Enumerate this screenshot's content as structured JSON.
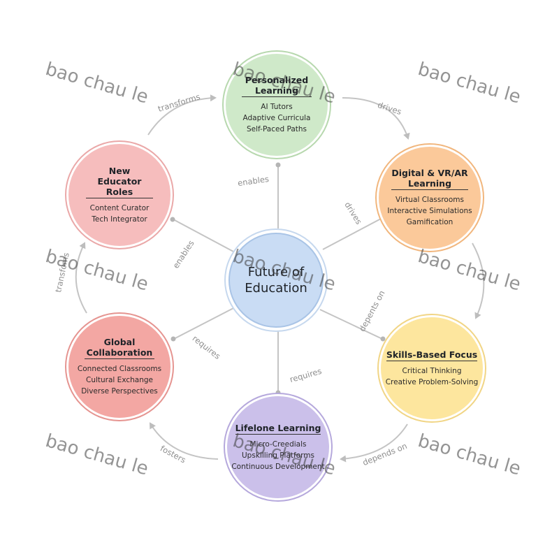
{
  "center": {
    "title": "Future of Education"
  },
  "nodes": {
    "personalized": {
      "title": "Personalized Learning",
      "items": [
        "AI Tutors",
        "Adaptive Curricula",
        "Self-Paced Paths"
      ]
    },
    "vr": {
      "title": "Digital & VR/AR Learning",
      "items": [
        "Virtual Classrooms",
        "Interactive Simulations",
        "Gamification"
      ]
    },
    "skills": {
      "title": "Skills-Based Focus",
      "items": [
        "Critical Thinking",
        "Creative Problem-Solving"
      ]
    },
    "lifelong": {
      "title": "Lifelone Learning",
      "items": [
        "Micro-Creedials",
        "Upskilling Platforms",
        "Continuous Development"
      ]
    },
    "global": {
      "title": "Global Collaboration",
      "items": [
        "Connected Classrooms",
        "Cultural Exchange",
        "Diverse Perspectives"
      ]
    },
    "educator": {
      "title": "New Educator Roles",
      "items": [
        "Content Curator",
        "Tech Integrator"
      ]
    }
  },
  "spoke_labels": {
    "personalized": "enables",
    "vr": "drives",
    "skills": "depents on",
    "lifelong": "requires",
    "global": "requires",
    "educator": "enables"
  },
  "ring_labels": {
    "educator_to_personalized": "transforms",
    "personalized_to_vr": "drives",
    "skills_to_lifelong": "depends on",
    "lifelong_to_global": "fosters",
    "global_to_educator": "transfoms"
  },
  "watermark": "bao chau le",
  "colors": {
    "line": "#bdbdbd",
    "label": "#8e8e8e",
    "center": "#c9dcf4",
    "personalized": "#cfe9c9",
    "vr": "#fbc99a",
    "skills": "#fde69e",
    "lifelong": "#cbc0ea",
    "global": "#f3a7a3",
    "educator": "#f6bdbd"
  }
}
